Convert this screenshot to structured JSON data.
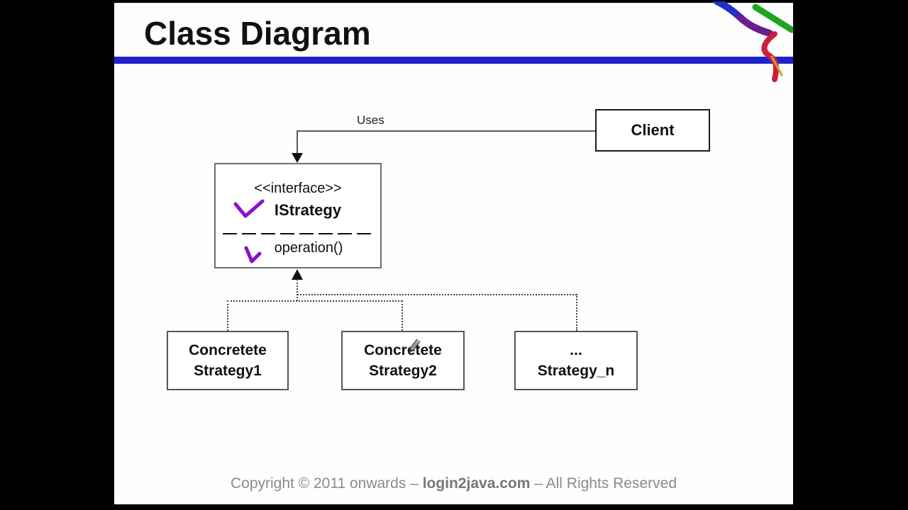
{
  "slide": {
    "title": "Class Diagram",
    "footer": {
      "prefix": "Copyright © 2011 onwards – ",
      "brand": "login2java.com",
      "suffix": " – All Rights Reserved"
    }
  },
  "diagram": {
    "uses_label": "Uses",
    "client": {
      "name": "Client"
    },
    "interface": {
      "stereotype": "<<interface>>",
      "name": "IStrategy",
      "operation": "operation()"
    },
    "concrete_classes": [
      {
        "line1": "Concretete",
        "line2": "Strategy1"
      },
      {
        "line1": "Concretete",
        "line2": "Strategy2"
      },
      {
        "line1": "...",
        "line2": "Strategy_n"
      }
    ]
  },
  "icons": {
    "check_annotation": "check-annotation-icon",
    "pen_cursor": "pen-cursor-icon",
    "logo": "brush-swoosh-logo"
  },
  "colors": {
    "accent_blue": "#2222cc",
    "annotation_purple": "#8812cc",
    "line_gray": "#5a5a5a",
    "footer_gray": "#8a8a8a",
    "logo_blue": "#2030cc",
    "logo_purple": "#6a1d8f",
    "logo_green": "#1fa51f",
    "logo_red": "#cc1f3f",
    "logo_gold": "#c9a227"
  }
}
